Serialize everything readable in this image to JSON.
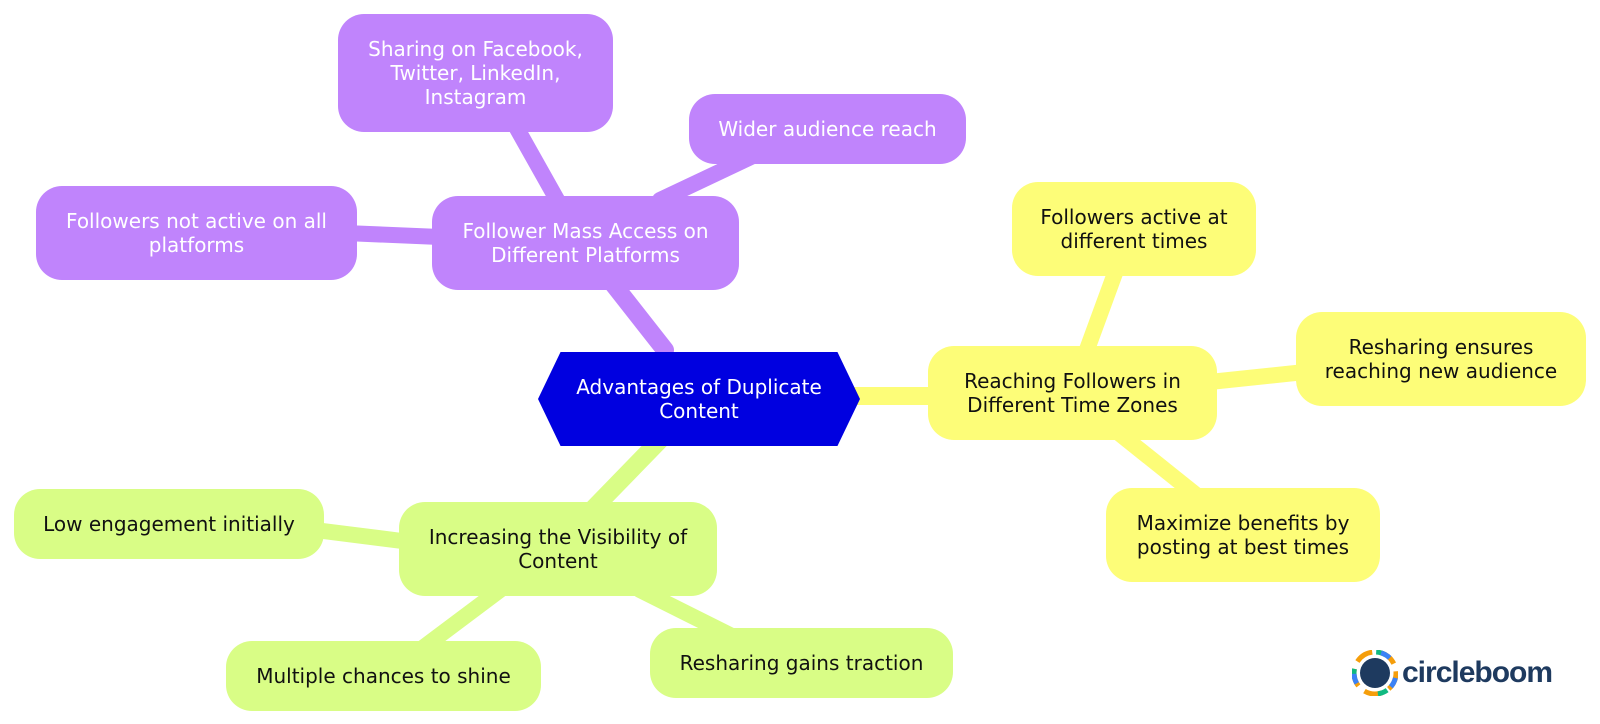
{
  "mindmap": {
    "root": {
      "label": "Advantages of Duplicate Content",
      "color": "#0000e0"
    },
    "branches": [
      {
        "label": "Follower Mass Access on Different Platforms",
        "color": "#c084fc",
        "children": [
          "Sharing on Facebook, Twitter, LinkedIn, Instagram",
          "Wider audience reach",
          "Followers not active on all platforms"
        ]
      },
      {
        "label": "Reaching Followers in Different Time Zones",
        "color": "#fdfd78",
        "children": [
          "Followers active at different times",
          "Resharing ensures reaching new audience",
          "Maximize benefits by posting at best times"
        ]
      },
      {
        "label": "Increasing the Visibility of Content",
        "color": "#d9fd86",
        "children": [
          "Low engagement initially",
          "Multiple chances to shine",
          "Resharing gains traction"
        ]
      }
    ]
  },
  "logo": {
    "text": "circleboom"
  }
}
